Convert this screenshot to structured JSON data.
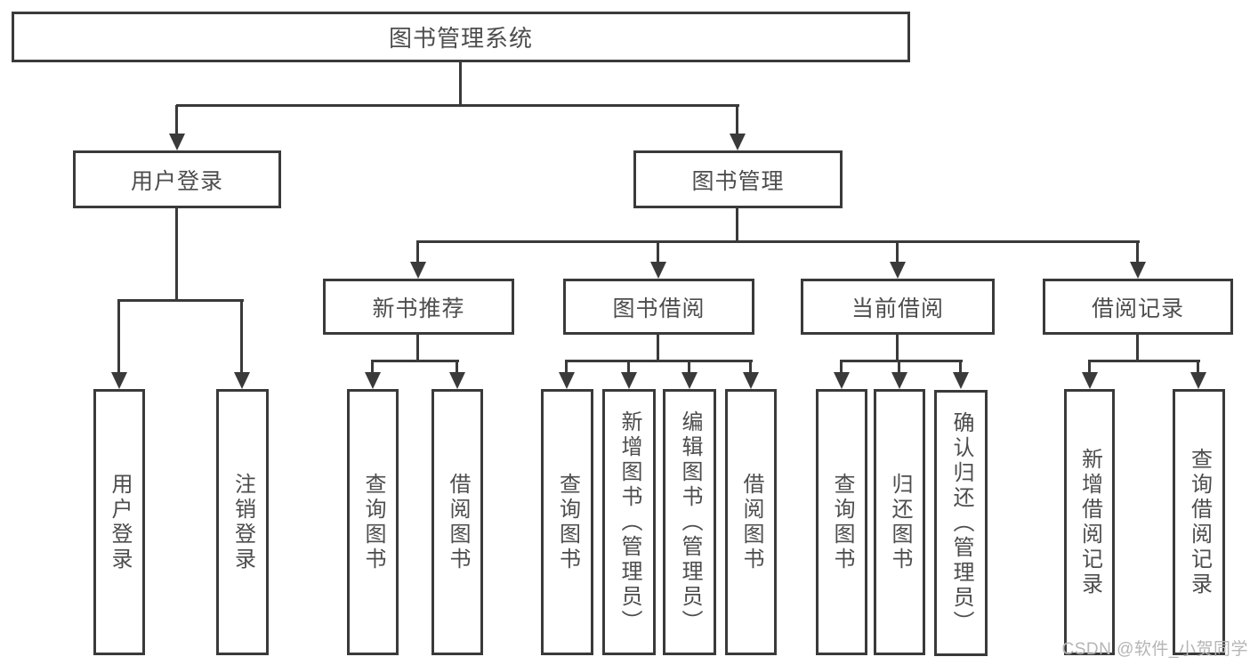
{
  "diagram": {
    "type": "tree",
    "title": "图书管理系统",
    "watermark": "CSDN @软件_小贺同学",
    "colors": {
      "line": "#3a3a3a",
      "text": "#4d4d4d",
      "background": "#ffffff",
      "watermark": "#b5b5b5"
    },
    "tree": {
      "label": "图书管理系统",
      "children": [
        {
          "label": "用户登录",
          "children": [
            {
              "label": "用户登录"
            },
            {
              "label": "注销登录"
            }
          ]
        },
        {
          "label": "图书管理",
          "children": [
            {
              "label": "新书推荐",
              "children": [
                {
                  "label": "查询图书"
                },
                {
                  "label": "借阅图书"
                }
              ]
            },
            {
              "label": "图书借阅",
              "children": [
                {
                  "label": "查询图书"
                },
                {
                  "label": "新增图书（管理员）"
                },
                {
                  "label": "编辑图书（管理员）"
                },
                {
                  "label": "借阅图书"
                }
              ]
            },
            {
              "label": "当前借阅",
              "children": [
                {
                  "label": "查询图书"
                },
                {
                  "label": "归还图书"
                },
                {
                  "label": "确认归还（管理员）"
                }
              ]
            },
            {
              "label": "借阅记录",
              "children": [
                {
                  "label": "新增借阅记录"
                },
                {
                  "label": "查询借阅记录"
                }
              ]
            }
          ]
        }
      ]
    }
  }
}
